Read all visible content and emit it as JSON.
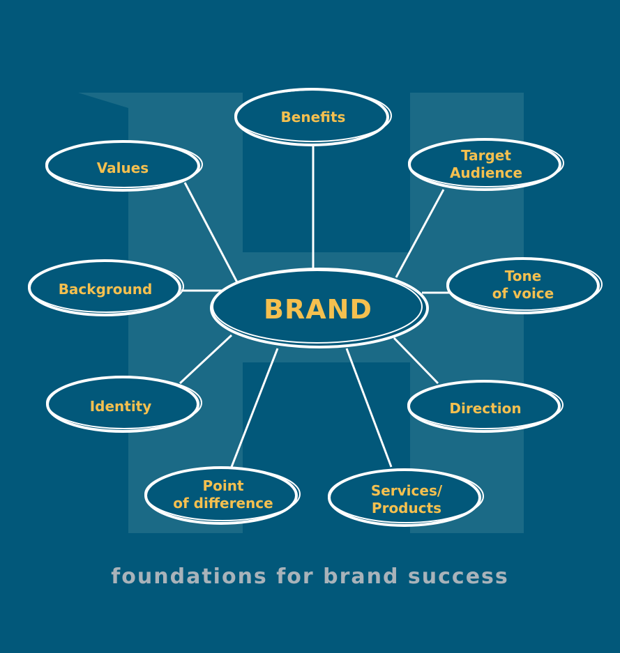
{
  "center": {
    "label": "BRAND"
  },
  "nodes": [
    {
      "id": "benefits",
      "lines": [
        "Benefits"
      ]
    },
    {
      "id": "values",
      "lines": [
        "Values"
      ]
    },
    {
      "id": "target-audience",
      "lines": [
        "Target",
        "Audience"
      ]
    },
    {
      "id": "background",
      "lines": [
        "Background"
      ]
    },
    {
      "id": "tone-of-voice",
      "lines": [
        "Tone",
        "of voice"
      ]
    },
    {
      "id": "identity",
      "lines": [
        "Identity"
      ]
    },
    {
      "id": "direction",
      "lines": [
        "Direction"
      ]
    },
    {
      "id": "point-of-difference",
      "lines": [
        "Point",
        "of difference"
      ]
    },
    {
      "id": "services-products",
      "lines": [
        "Services/",
        "Products"
      ]
    }
  ],
  "caption": "foundations for brand success",
  "colors": {
    "background": "#02587a",
    "watermark": "#1b6a86",
    "label": "#f5c04f",
    "stroke": "#ffffff",
    "caption": "#a9b3ba"
  },
  "watermark_icon": "letter-h-watermark"
}
